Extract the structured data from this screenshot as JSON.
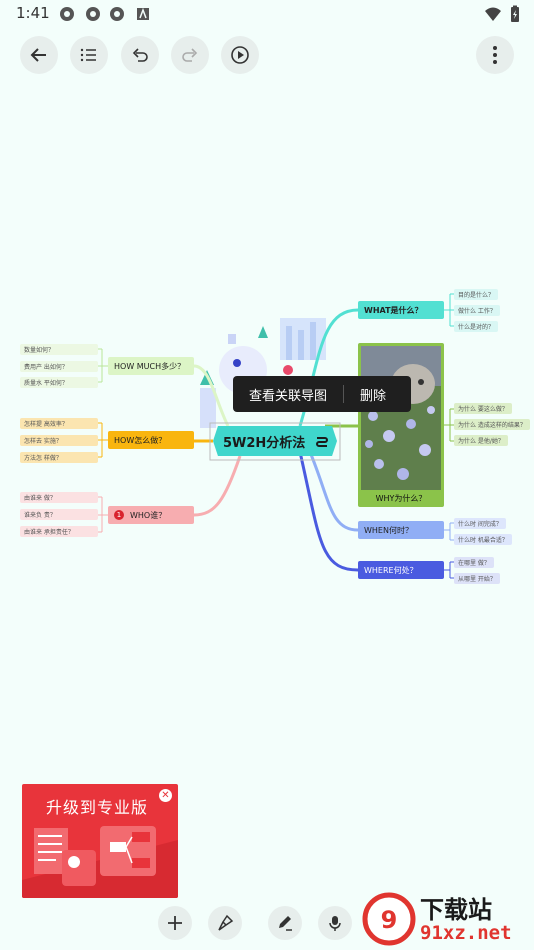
{
  "status_bar": {
    "time": "1:41"
  },
  "mindmap": {
    "central": "5W2H分析法",
    "branches": {
      "what": {
        "label": "WHAT是什么？",
        "leaves": [
          "目的是什么？",
          "做什么 工作？",
          "什么是对的？"
        ]
      },
      "why": {
        "label": "WHY为什么？",
        "leaves": [
          "为什么 要这么做？",
          "为什么 造成这样的结果？",
          "为什么 是他/她？"
        ]
      },
      "when": {
        "label": "WHEN何时？",
        "leaves": [
          "什么时 间完成？",
          "什么时 机最合适？"
        ]
      },
      "where": {
        "label": "WHERE何处？",
        "leaves": [
          "在哪里 做？",
          "从哪里 开始？"
        ]
      },
      "how_much": {
        "label": "HOW MUCH多少？",
        "leaves": [
          "数量如何？",
          "费用产 出如何？",
          "质量水 平如何？"
        ]
      },
      "how": {
        "label": "HOW怎么做？",
        "leaves": [
          "怎样提 高效率？",
          "怎样去 实施？",
          "方法怎 样做？"
        ]
      },
      "who": {
        "label": "WHO谁？",
        "badge": "1",
        "leaves": [
          "由谁来 做？",
          "谁来负 责？",
          "由谁来 承担责任？"
        ]
      }
    }
  },
  "context_menu": {
    "view": "查看关联导图",
    "delete": "删除"
  },
  "promo": {
    "title": "升级到专业版"
  },
  "watermark": {
    "brand": "下载站",
    "url": "91xz.net"
  },
  "colors": {
    "what": "#52e0d2",
    "why": "#8bc34a",
    "when": "#90aef5",
    "where": "#4a5be0",
    "how_much": "#dcf5c6",
    "how": "#f9b50f",
    "who": "#f7adb0"
  }
}
